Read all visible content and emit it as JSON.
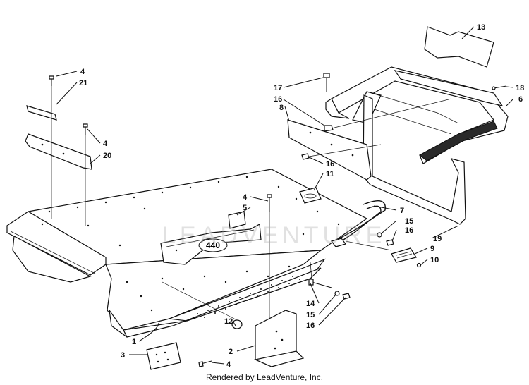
{
  "diagram": {
    "callouts": [
      "1",
      "2",
      "3",
      "4",
      "5",
      "6",
      "7",
      "8",
      "9",
      "10",
      "11",
      "12",
      "13",
      "14",
      "15",
      "16",
      "17",
      "18",
      "19",
      "20",
      "21"
    ],
    "hood_emblem": "440"
  },
  "watermark": "LEADVENTURE",
  "credit": "Rendered by LeadVenture, Inc."
}
